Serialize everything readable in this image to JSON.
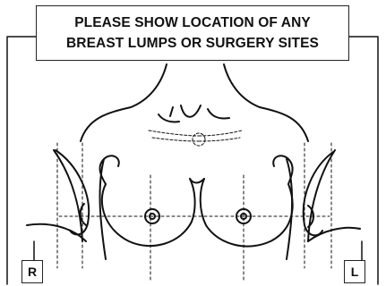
{
  "title": {
    "line1": "PLEASE SHOW LOCATION OF ANY",
    "line2": "BREAST LUMPS OR SURGERY SITES"
  },
  "side_labels": {
    "right": "R",
    "left": "L"
  }
}
